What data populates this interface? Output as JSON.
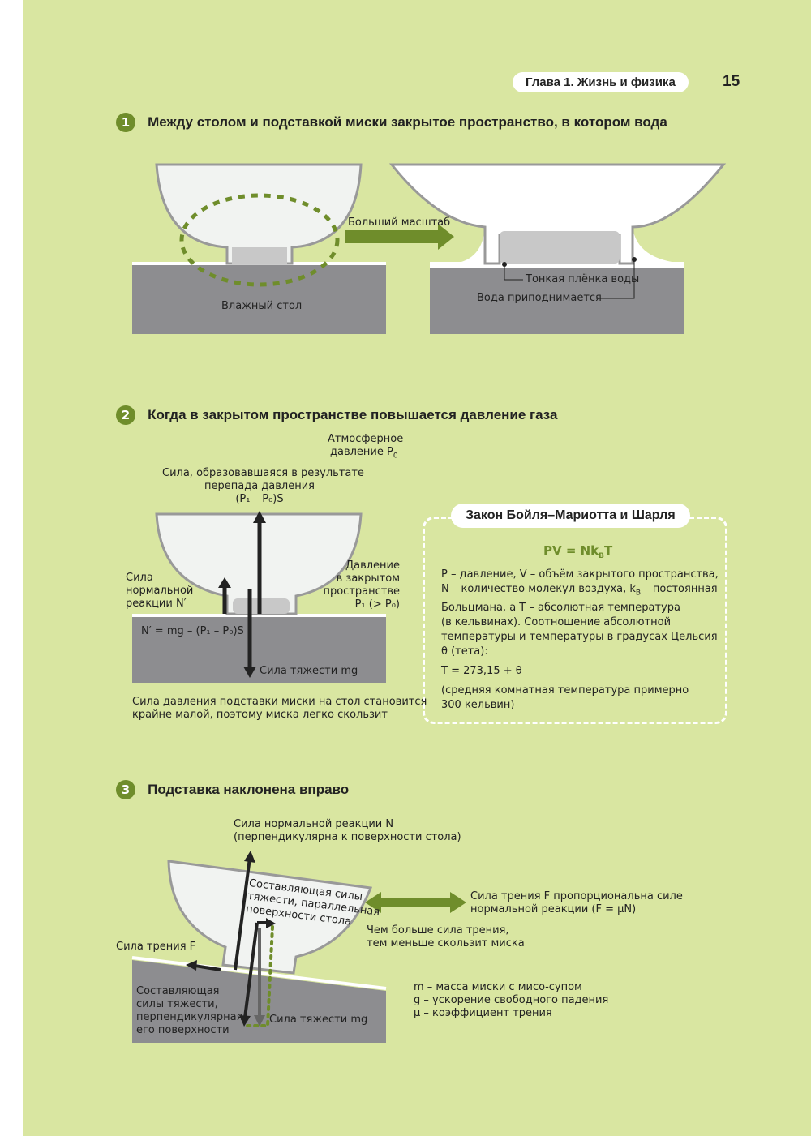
{
  "header": {
    "chapter": "Глава 1. Жизнь и физика",
    "page_number": "15"
  },
  "section1": {
    "number": "1",
    "title": "Между столом и подставкой миски закрытое пространство, в котором вода",
    "wet_table": "Влажный стол",
    "larger_scale": "Больший масштаб",
    "thin_film": "Тонкая плёнка воды",
    "water_rises": "Вода приподнимается"
  },
  "section2": {
    "number": "2",
    "title": "Когда в закрытом пространстве повышается давление газа",
    "atm_line1": "Атмосферное",
    "atm_line2": "давление P",
    "atm_sub": "0",
    "force_line1": "Сила, образовавшаяся в результате",
    "force_line2": "перепада давления",
    "force_line3": "(P₁ – P₀)S",
    "normal_line1": "Сила",
    "normal_line2": "нормальной",
    "normal_line3": "реакции N′",
    "pressure_line1": "Давление",
    "pressure_line2": "в закрытом",
    "pressure_line3": "пространстве",
    "pressure_line4": "P₁ (> P₀)",
    "equation": "N′ = mg – (P₁ – P₀)S",
    "gravity": "Сила тяжести mg",
    "caption_line1": "Сила давления подставки миски на стол становится",
    "caption_line2": "крайне малой, поэтому миска легко скользит"
  },
  "law_box": {
    "title": "Закон Бойля–Мариотта и Шарля",
    "formula_pre": "PV = Nk",
    "formula_sub": "B",
    "formula_post": "T",
    "desc": [
      "P – давление, V – объём закрытого пространства,",
      "N – количество молекул воздуха, k",
      "B",
      " – постоянная",
      "Больцмана, а T – абсолютная температура",
      "(в кельвинах). Соотношение абсолютной",
      "температуры и температуры в градусах Цельсия",
      "θ (тета):"
    ],
    "t_formula": "T = 273,15 + θ",
    "note_line1": "(средняя комнатная температура примерно",
    "note_line2": "300 кельвин)"
  },
  "section3": {
    "number": "3",
    "title": "Подставка наклонена вправо",
    "normal_line1": "Сила нормальной реакции N",
    "normal_line2": "(перпендикулярна к поверхности стола)",
    "parallel_line1": "Составляющая силы",
    "parallel_line2": "тяжести, параллельная",
    "parallel_line3": "поверхности стола",
    "friction_left": "Сила трения F",
    "friction_line1": "Сила трения F пропорциональна силе",
    "friction_line2": "нормальной реакции (F = μN)",
    "more_line1": "Чем больше сила трения,",
    "more_line2": "тем меньше скользит миска",
    "perp_line1": "Составляющая",
    "perp_line2": "силы тяжести,",
    "perp_line3": "перпендикулярная",
    "perp_line4": "его поверхности",
    "gravity": "Сила тяжести mg",
    "legend": [
      "m – масса миски с мисо-супом",
      "g – ускорение свободного падения",
      "μ – коэффициент трения"
    ]
  },
  "colors": {
    "accent": "#6f8d2b",
    "background": "#d9e6a1",
    "table": "#8d8d90"
  }
}
